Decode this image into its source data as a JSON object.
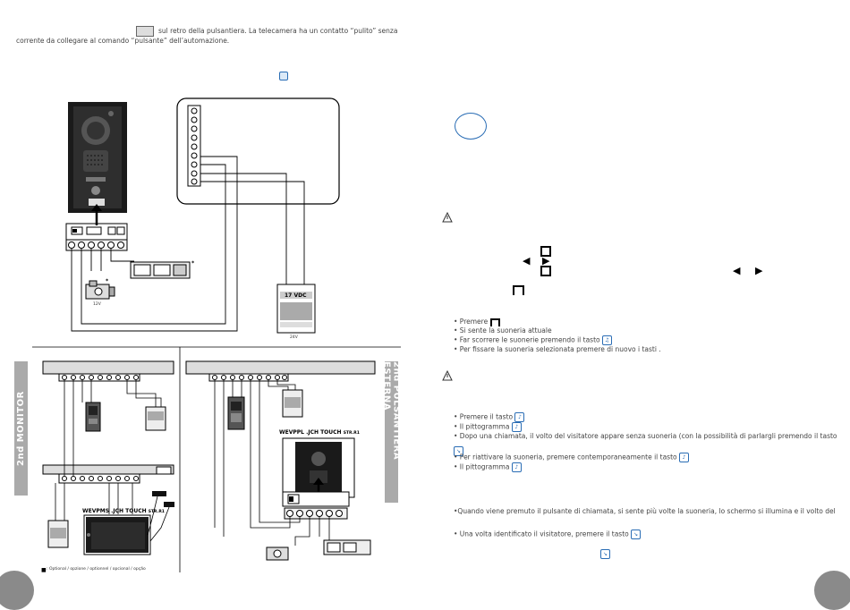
{
  "top_text": {
    "line1": "sul retro della pulsantiera. La telecamera ha un contatto “pulito” senza",
    "line2": "corrente da collegare al comando “pulsante” dell’automazione."
  },
  "diagram": {
    "psu_label": "17 VDC",
    "psu_small": "24V",
    "lock_label": "12V",
    "asterisk": "*",
    "note": ": Optional / opzione / optionnel / opcional / opção",
    "note_mark": "■",
    "monitor_model": "WEVPMS .JCH TOUCH",
    "monitor_model_suffix": "STR.R1",
    "panel_model": "WEVPPL .JCH TOUCH",
    "panel_model_suffix": "STR.R1"
  },
  "side_labels": {
    "left": "2nd MONITOR",
    "right": "2nd PULSANTIERA ESTERNA"
  },
  "right_col": {
    "ringtone_list": [
      "• Premere",
      "• Si sente la suoneria attuale",
      "• Far scorrere le suonerie premendo il tasto",
      "• Per fissare la suoneria selezionata premere di nuovo i tasti ."
    ],
    "mute_list": [
      "• Premere il tasto",
      "• Il pittogramma",
      "• Dopo una chiamata, il volto del visitatore appare senza suoneria (con la possibilità di parlargli premendo il tasto",
      "• Per riattivare la suoneria, premere contemporaneamente il tasto",
      "• Il pittogramma"
    ],
    "call_text": "•Quando viene premuto il pulsante di chiamata, si sente più volte la suoneria, lo schermo si illumina e il volto del",
    "identify_text": "• Una volta identificato il visitatore, premere il tasto"
  }
}
